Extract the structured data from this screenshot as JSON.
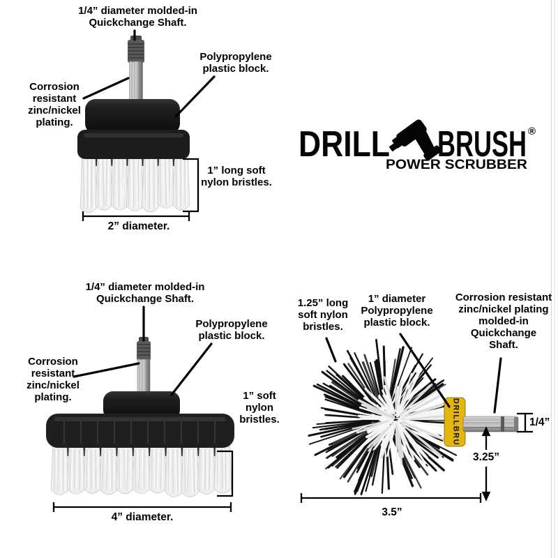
{
  "page": {
    "background": "#ffffff"
  },
  "logo": {
    "word_left": "DRILL",
    "word_right": "BRUSH",
    "registered_mark": "®",
    "tagline": "POWER SCRUBBER",
    "drill_icon": "drill-silhouette-icon"
  },
  "colors": {
    "ink": "#000000",
    "band_yellow": "#e5b50f",
    "block_black": "#1a1a1a",
    "bristle_white": "#efefef"
  },
  "top_left_diagram": {
    "shaft_callout": "1/4” diameter molded-in\nQuickchange Shaft.",
    "block_callout": "Polypropylene\nplastic block.",
    "plating_callout": "Corrosion\nresistant\nzinc/nickel\nplating.",
    "bristle_callout": "1” long soft\nnylon bristles.",
    "diameter_callout": "2” diameter."
  },
  "bottom_left_diagram": {
    "shaft_callout": "1/4” diameter molded-in\nQuickchange Shaft.",
    "block_callout": "Polypropylene\nplastic block.",
    "plating_callout": "Corrosion\nresistant\nzinc/nickel\nplating.",
    "bristle_callout": "1” soft\nnylon\nbristles.",
    "diameter_callout": "4” diameter."
  },
  "bottom_right_diagram": {
    "bristle_callout": "1.25” long\nsoft nylon\nbristles.",
    "block_callout": "1” diameter\nPolypropylene\nplastic block.",
    "plating_callout": "Corrosion resistant\nzinc/nickel plating\nmolded-in\nQuickchange\nShaft.",
    "shaft_width_dim": "1/4”",
    "length_dim": "3.25”",
    "overall_width_dim": "3.5”",
    "band_text": "DRILLBRU"
  }
}
